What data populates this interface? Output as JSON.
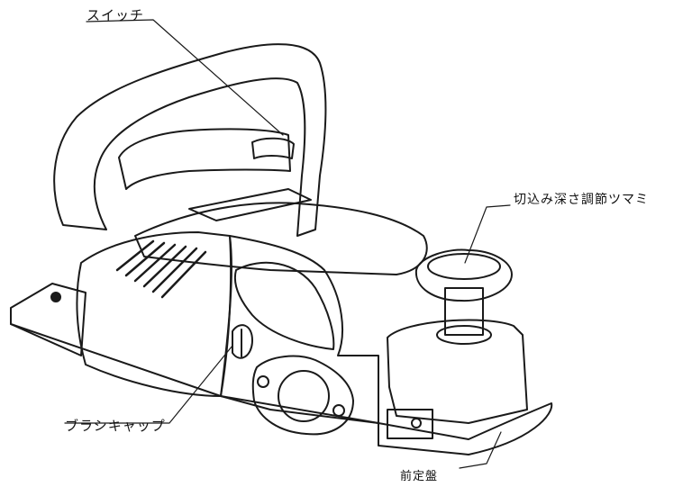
{
  "labels": {
    "switch": "スイッチ",
    "depth_knob": "切込み深さ調節ツマミ",
    "brush_cap": "ブラシキャップ",
    "front_base": "前定盤"
  },
  "colors": {
    "line": "#1a1a1a",
    "background": "#ffffff"
  }
}
